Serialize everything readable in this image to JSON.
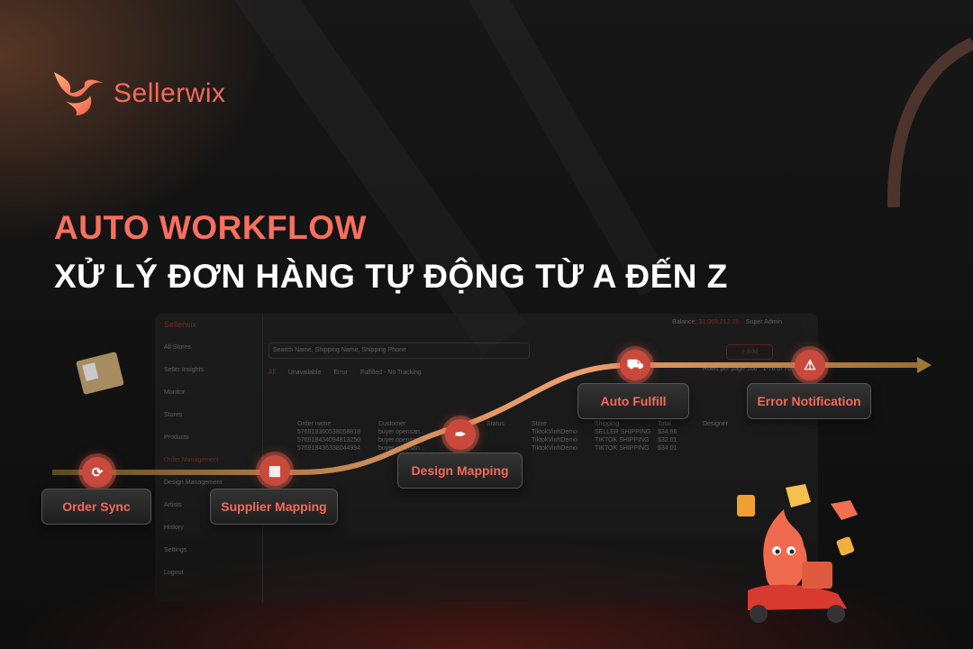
{
  "brand": {
    "name": "Sellerwix",
    "color": "#f36b5a"
  },
  "headline": {
    "line1": "AUTO WORKFLOW",
    "line2": "XỬ LÝ ĐƠN HÀNG TỰ ĐỘNG TỪ A ĐẾN Z"
  },
  "workflow": {
    "steps": [
      {
        "label": "Order Sync",
        "icon": "sync-box-icon"
      },
      {
        "label": "Supplier Mapping",
        "icon": "cubes-icon"
      },
      {
        "label": "Design Mapping",
        "icon": "pen-tool-icon"
      },
      {
        "label": "Auto Fulfill",
        "icon": "delivery-truck-icon"
      },
      {
        "label": "Error Notification",
        "icon": "warning-icon"
      }
    ],
    "accent": "#e8955f"
  },
  "dashboard": {
    "logo": "Sellerwix",
    "balance_label": "Balance:",
    "balance": "$1,069,212.76",
    "role": "Super Admin",
    "sidebar": [
      "All Stores",
      "Seller Insights",
      "Monitor",
      "Stores",
      "Products",
      "Order Management",
      "Design Management",
      "Artists",
      "History",
      "Settings",
      "Logout"
    ],
    "search_placeholder": "Search Name, Shipping Name, Shipping Phone",
    "add": "+ Add",
    "rows_per_page": "Rows per page",
    "rows_value": "100",
    "range": "1-76 of 76",
    "tabs": [
      "All",
      "Unavailable",
      "Error",
      "Fulfilled - No Tracking"
    ],
    "columns": [
      "Order name",
      "Customer",
      "Status",
      "Store",
      "Shipping",
      "Total",
      "Designer"
    ],
    "rows": [
      {
        "order": "576918360538058818",
        "customer": "buyer.opensan...",
        "store": "TiktokVinhDemo",
        "shipping": "SELLER SHIPPING",
        "total": "$34.66"
      },
      {
        "order": "576918434094813250",
        "customer": "buyer.opensan...",
        "store": "TiktokVinhDemo",
        "shipping": "TIKTOK SHIPPING",
        "total": "$32.01"
      },
      {
        "order": "576918436338044994",
        "customer": "buyer.opensan...",
        "store": "TiktokVinhDemo",
        "shipping": "TIKTOK SHIPPING",
        "total": "$34.01"
      }
    ]
  }
}
